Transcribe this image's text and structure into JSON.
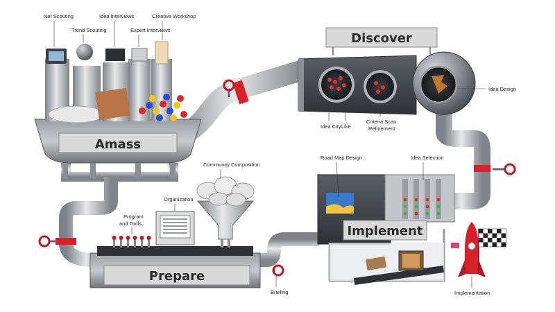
{
  "stages": {
    "amass": "Amass",
    "discover": "Discover",
    "implement": "Implement",
    "prepare": "Prepare"
  },
  "labels": {
    "net_scouting": "Net Scouting",
    "trend_scouting": "Trend Scouting",
    "idea_interviews": "Idea Interviews",
    "expert_interviews": "Expert Interviews",
    "creative_workshop": "Creative Workshop",
    "idea_city": "Idea City",
    "like": "Like",
    "criteria_scan_1": "Criteria Scan",
    "criteria_scan_2": "Refinement",
    "idea_design": "Idea Design",
    "road_map_design": "Road Map Design",
    "idea_selection": "Idea Selection",
    "implementation": "Implementation",
    "community_composition": "Community Composition",
    "organization": "Organization",
    "program_1": "Program",
    "program_2": "and Tools",
    "briefing": "Briefing"
  },
  "colors": {
    "pipe": "#b9bdc2",
    "pipe_dark": "#7d8288",
    "band": "#d8202a",
    "metal_dark": "#4a4f55",
    "plate": "#dcdcdc"
  }
}
